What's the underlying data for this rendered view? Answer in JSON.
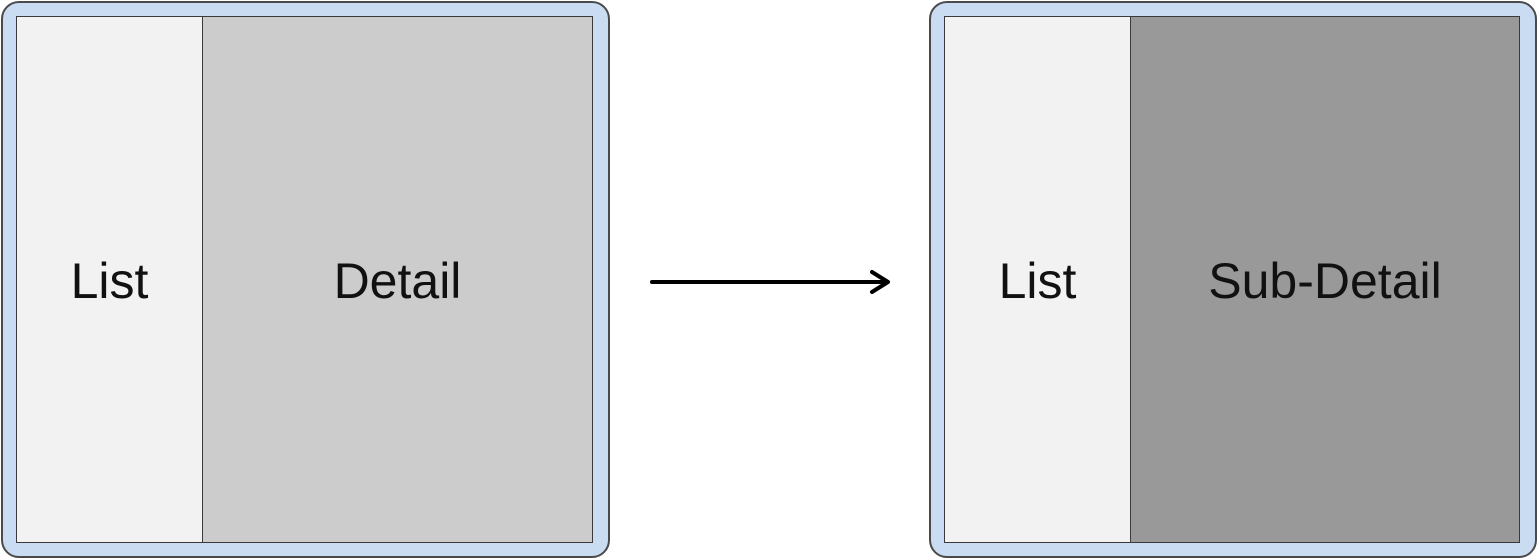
{
  "before": {
    "list_label": "List",
    "detail_label": "Detail"
  },
  "after": {
    "list_label": "List",
    "detail_label": "Sub-Detail"
  },
  "arrow_icon": "right-arrow-icon",
  "colors": {
    "device_frame": "#c9dcf2",
    "list_pane": "#f2f2f2",
    "detail_pane": "#cccccc",
    "subdetail_pane": "#999999"
  }
}
